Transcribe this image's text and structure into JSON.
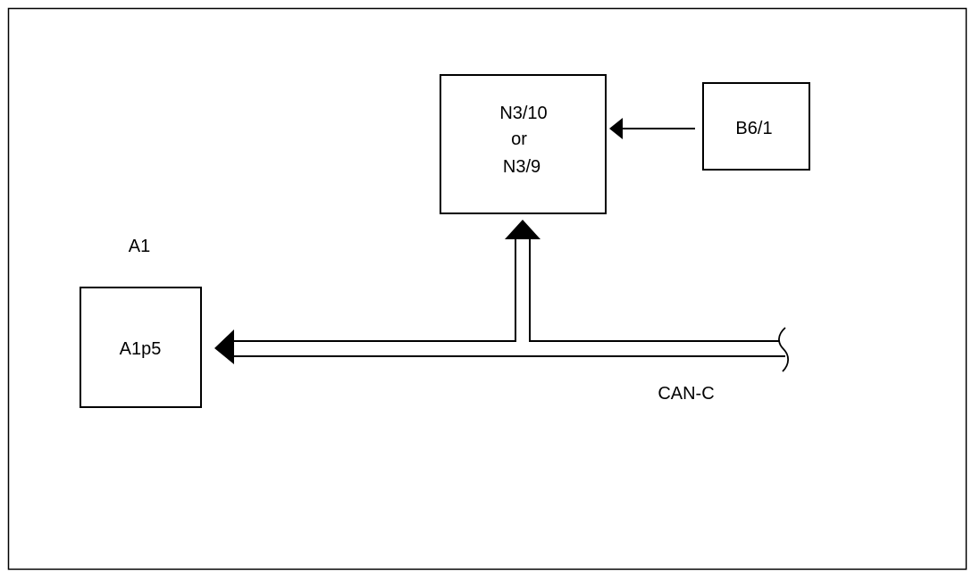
{
  "diagram": {
    "box_n3": {
      "line1": "N3/10",
      "line2": "or",
      "line3": "N3/9"
    },
    "box_b6": {
      "label": "B6/1"
    },
    "group_label": "A1",
    "box_a1p5": {
      "label": "A1p5"
    },
    "bus_label": "CAN-C"
  },
  "colors": {
    "line": "#000000",
    "background": "#ffffff"
  }
}
